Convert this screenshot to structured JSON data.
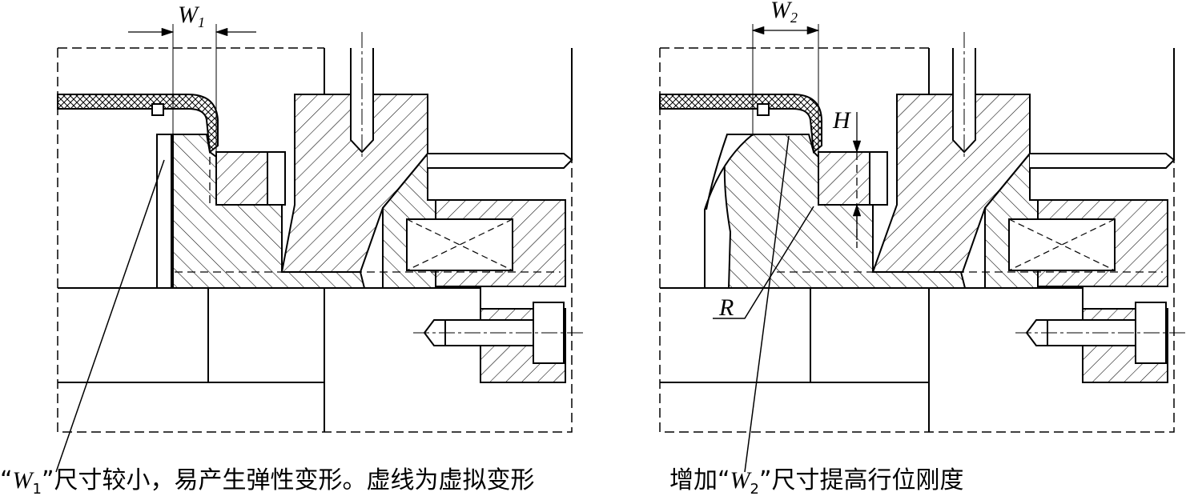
{
  "left_view": {
    "dim_label": "W",
    "dim_sub": "1",
    "caption": {
      "open_quote": "“",
      "var": "W",
      "sub": "1",
      "rest": "”尺寸较小，易产生弹性变形。虚线为虚拟变形"
    }
  },
  "right_view": {
    "dim_label": "W",
    "dim_sub": "2",
    "h_label": "H",
    "r_label": "R",
    "caption": {
      "prefix": "增加“",
      "var": "W",
      "sub": "2",
      "rest": "”尺寸提高行位刚度"
    }
  },
  "colors": {
    "line": "#000000",
    "background": "#ffffff"
  }
}
